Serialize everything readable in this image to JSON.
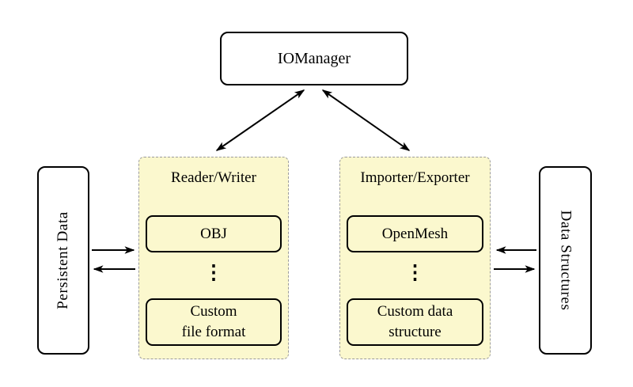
{
  "nodes": {
    "iomanager": {
      "label": "IOManager"
    },
    "persistent_data": {
      "label": "Persistent Data"
    },
    "data_structures": {
      "label": "Data Structures"
    }
  },
  "groups": {
    "reader_writer": {
      "title": "Reader/Writer",
      "top_item": "OBJ",
      "ellipsis": "⋮",
      "bottom_line1": "Custom",
      "bottom_line2": "file format"
    },
    "importer_exporter": {
      "title": "Importer/Exporter",
      "top_item": "OpenMesh",
      "ellipsis": "⋮",
      "bottom_line1": "Custom data",
      "bottom_line2": "structure"
    }
  },
  "edges": [
    {
      "from": "IOManager",
      "to": "Reader/Writer",
      "arrows": "both"
    },
    {
      "from": "IOManager",
      "to": "Importer/Exporter",
      "arrows": "both"
    },
    {
      "from": "Persistent Data",
      "to": "Reader/Writer",
      "arrows": "forward"
    },
    {
      "from": "Reader/Writer",
      "to": "Persistent Data",
      "arrows": "forward"
    },
    {
      "from": "Data Structures",
      "to": "Importer/Exporter",
      "arrows": "forward"
    },
    {
      "from": "Importer/Exporter",
      "to": "Data Structures",
      "arrows": "forward"
    }
  ],
  "colors": {
    "group_fill": "#FBF8CE",
    "group_border": "#9B9B9B",
    "node_border": "#000000",
    "background": "#FFFFFF",
    "text": "#000000"
  }
}
